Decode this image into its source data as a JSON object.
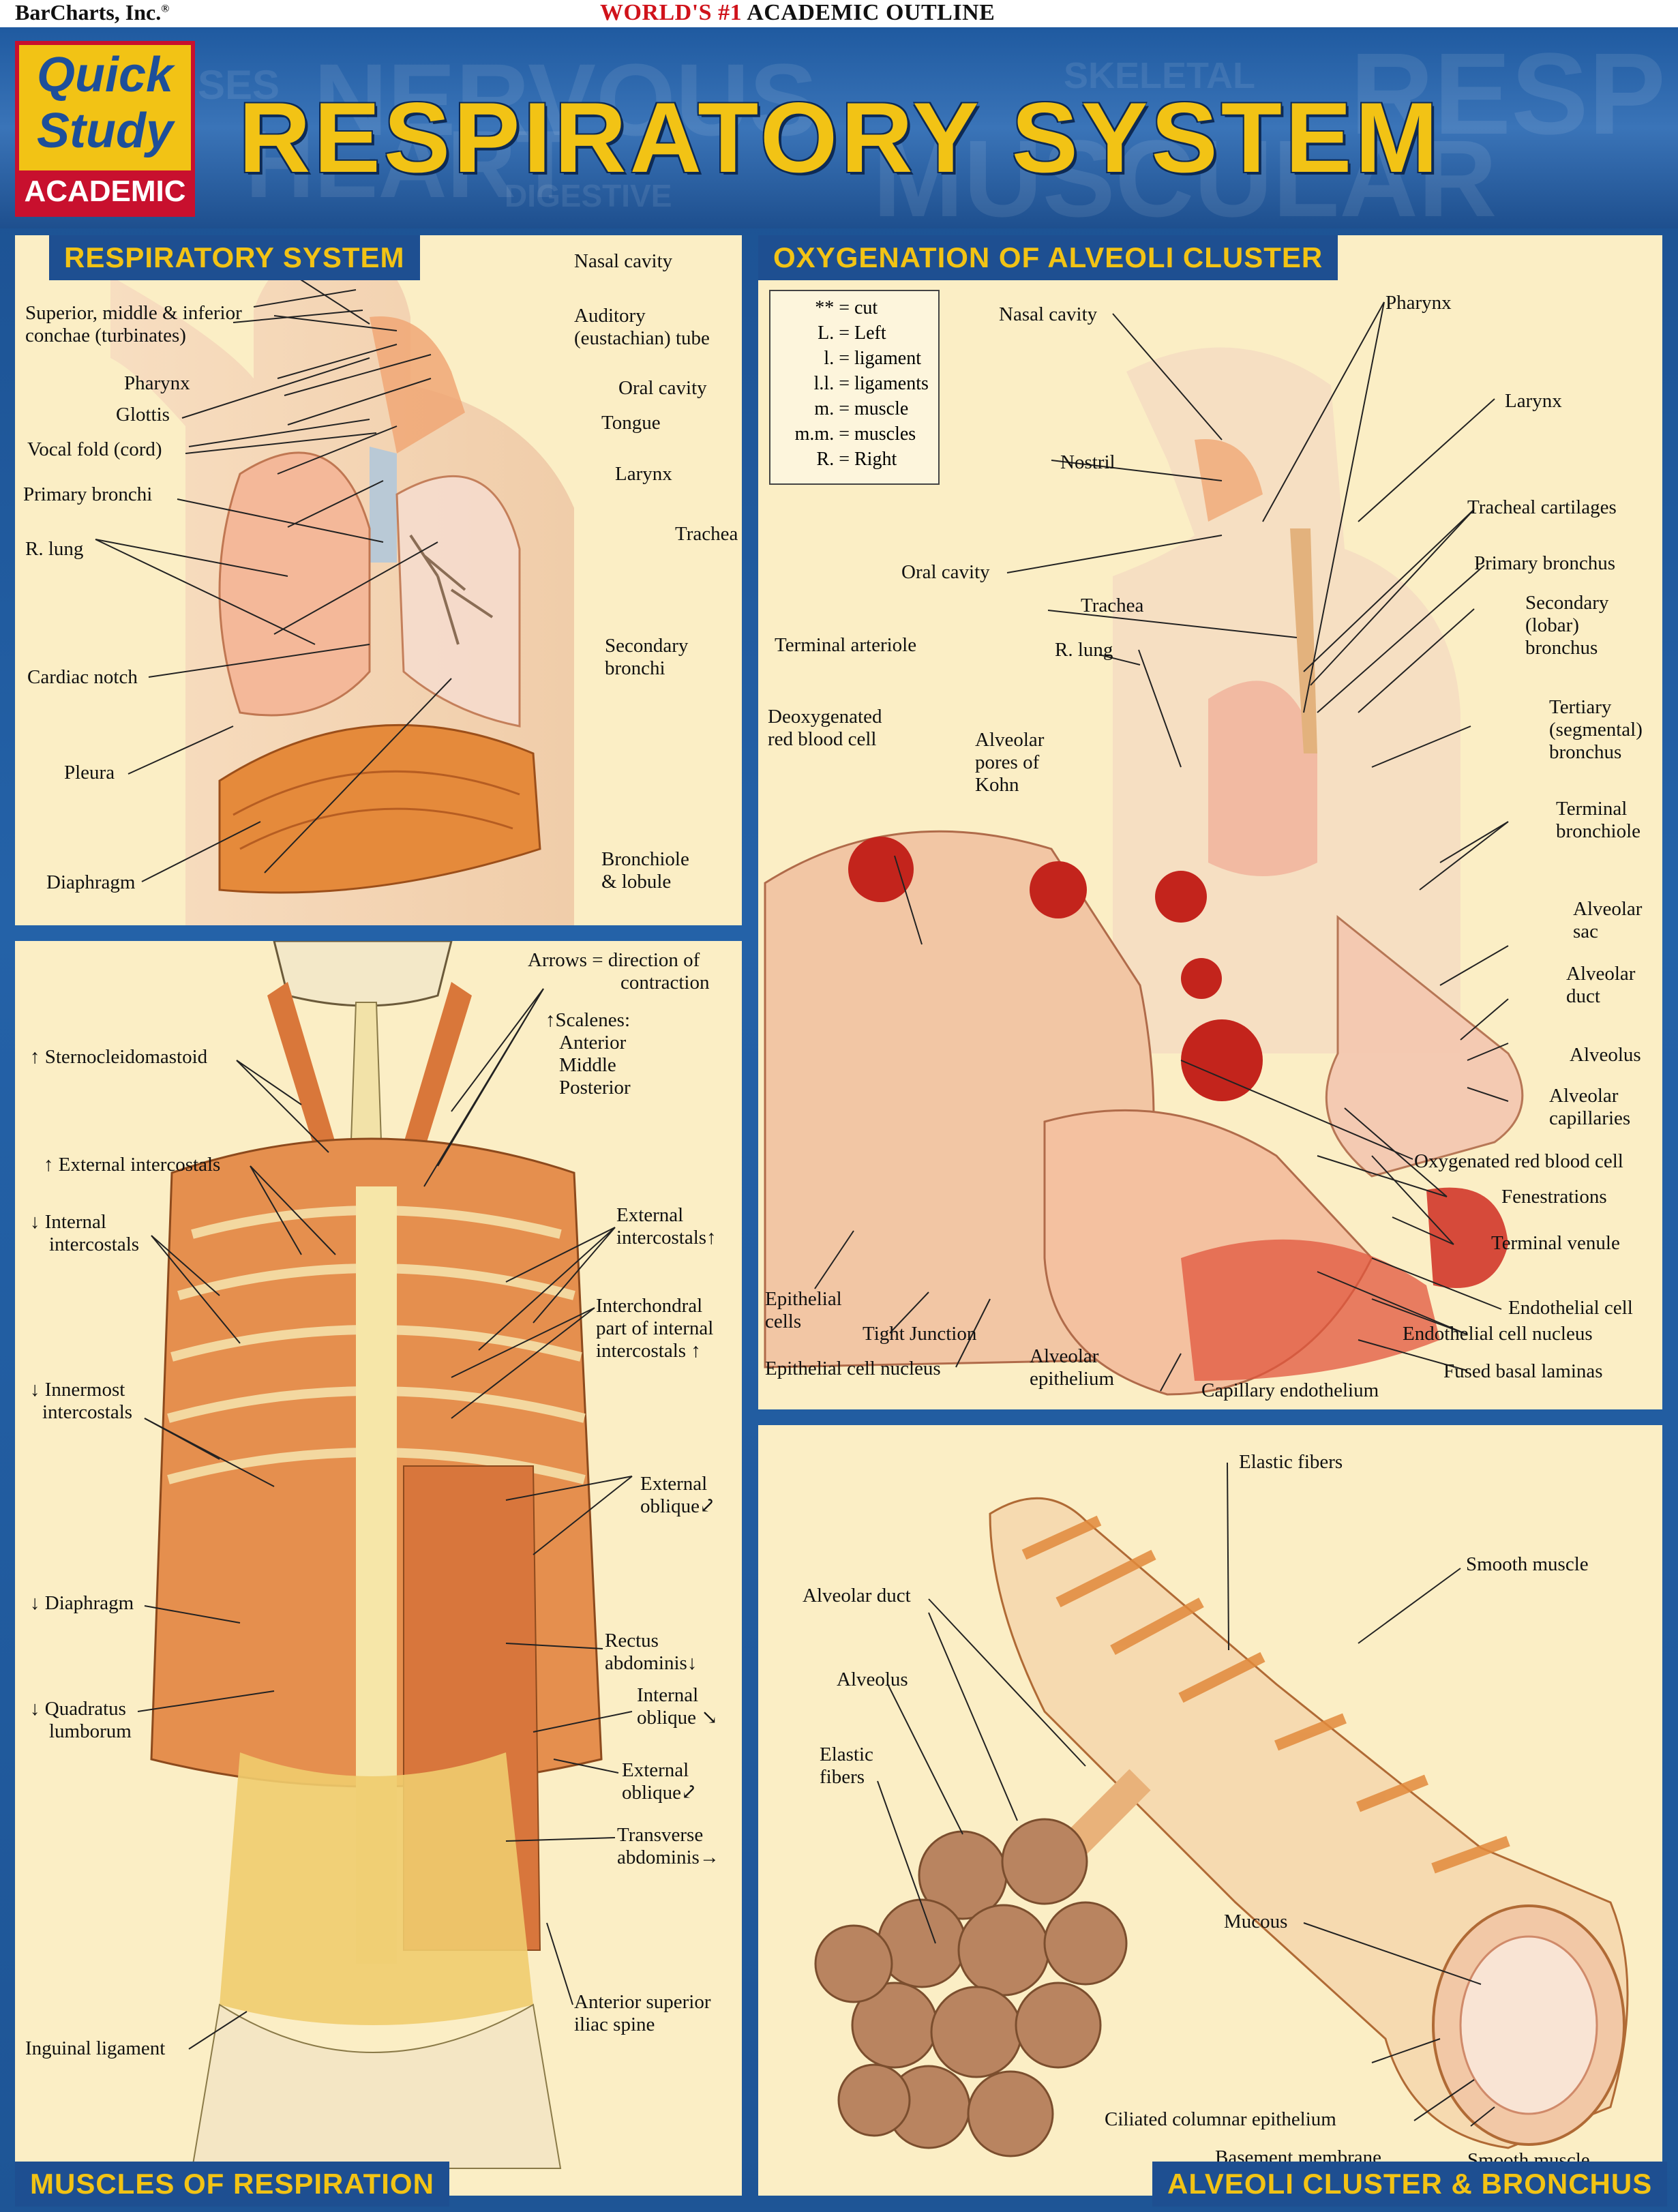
{
  "topbar": {
    "publisher": "BarCharts, Inc.",
    "publisher_mark": "®",
    "tagline_prefix": "WORLD'S #1",
    "tagline_suffix": "ACADEMIC OUTLINE"
  },
  "logo": {
    "line1": "Quick",
    "line2": "Study",
    "line3": "ACADEMIC"
  },
  "title": "RESPIRATORY SYSTEM",
  "colors": {
    "banner_bg": "#1e4f91",
    "banner_text": "#f2c315",
    "panel_bg": "#fbeec5",
    "frame": "#2462a8"
  },
  "background_words": [
    "NERVOUS",
    "HEART",
    "DIGESTIVE",
    "MUSCULAR",
    "RESP",
    "SES",
    "SKELETAL"
  ],
  "panel_respiratory": {
    "banner": "RESPIRATORY SYSTEM",
    "labels": {
      "nasal_cavity": "Nasal cavity",
      "conchae_1": "Superior, middle & inferior",
      "conchae_2": "conchae (turbinates)",
      "auditory_1": "Auditory",
      "auditory_2": "(eustachian) tube",
      "pharynx": "Pharynx",
      "oral_cavity": "Oral cavity",
      "glottis": "Glottis",
      "tongue": "Tongue",
      "vocal_fold": "Vocal fold (cord)",
      "larynx": "Larynx",
      "primary_bronchi": "Primary bronchi",
      "trachea": "Trachea",
      "r_lung": "R. lung",
      "secondary_1": "Secondary",
      "secondary_2": "bronchi",
      "cardiac_notch": "Cardiac notch",
      "pleura": "Pleura",
      "bronchiole_1": "Bronchiole",
      "bronchiole_2": "& lobule",
      "diaphragm": "Diaphragm"
    }
  },
  "panel_oxygenation": {
    "banner": "OXYGENATION OF ALVEOLI CLUSTER",
    "legend": [
      {
        "key": "** =",
        "value": "cut"
      },
      {
        "key": "L. =",
        "value": "Left"
      },
      {
        "key": "l. =",
        "value": "ligament"
      },
      {
        "key": "l.l. =",
        "value": "ligaments"
      },
      {
        "key": "m. =",
        "value": "muscle"
      },
      {
        "key": "m.m. =",
        "value": "muscles"
      },
      {
        "key": "R. =",
        "value": "Right"
      }
    ],
    "labels": {
      "nasal_cavity": "Nasal cavity",
      "pharynx": "Pharynx",
      "larynx": "Larynx",
      "nostril": "Nostril",
      "tracheal_cartilages": "Tracheal cartilages",
      "oral_cavity": "Oral cavity",
      "primary_bronchus": "Primary bronchus",
      "trachea": "Trachea",
      "secondary_1": "Secondary",
      "secondary_2": "(lobar)",
      "secondary_3": "bronchus",
      "terminal_arteriole": "Terminal arteriole",
      "r_lung": "R. lung",
      "deoxy_1": "Deoxygenated",
      "deoxy_2": "red blood cell",
      "alveolar_pores_1": "Alveolar",
      "alveolar_pores_2": "pores of",
      "alveolar_pores_3": "Kohn",
      "tertiary_1": "Tertiary",
      "tertiary_2": "(segmental)",
      "tertiary_3": "bronchus",
      "terminal_bronchiole_1": "Terminal",
      "terminal_bronchiole_2": "bronchiole",
      "alveolar_sac_1": "Alveolar",
      "alveolar_sac_2": "sac",
      "alveolar_duct_1": "Alveolar",
      "alveolar_duct_2": "duct",
      "alveolus": "Alveolus",
      "alveolar_capillaries_1": "Alveolar",
      "alveolar_capillaries_2": "capillaries",
      "oxygenated_rbc": "Oxygenated red blood cell",
      "fenestrations": "Fenestrations",
      "terminal_venule": "Terminal venule",
      "epithelial_cells_1": "Epithelial",
      "epithelial_cells_2": "cells",
      "endothelial_cell": "Endothelial cell",
      "tight_junction": "Tight Junction",
      "endothelial_nucleus": "Endothelial cell nucleus",
      "alveolar_epithelium_1": "Alveolar",
      "alveolar_epithelium_2": "epithelium",
      "epithelial_nucleus": "Epithelial cell nucleus",
      "fused_basal": "Fused basal laminas",
      "capillary_endothelium": "Capillary endothelium"
    }
  },
  "panel_muscles": {
    "banner": "MUSCLES OF RESPIRATION",
    "labels": {
      "arrows_1": "Arrows = direction of",
      "arrows_2": "contraction",
      "scalenes_1": "↑Scalenes:",
      "scalenes_2": "Anterior",
      "scalenes_3": "Middle",
      "scalenes_4": "Posterior",
      "sternocleido": "↑ Sternocleidomastoid",
      "external_intercostals_left": "↑ External intercostals",
      "external_intercostals_right_1": "External",
      "external_intercostals_right_2": "intercostals↑",
      "internal_intercostals_1": "↓ Internal",
      "internal_intercostals_2": "intercostals",
      "interchondral_1": "Interchondral",
      "interchondral_2": "part of internal",
      "interchondral_3": "intercostals ↑",
      "innermost_1": "↓ Innermost",
      "innermost_2": "intercostals",
      "external_oblique_1a": "External",
      "external_oblique_1b": "oblique⤦",
      "diaphragm": "↓ Diaphragm",
      "rectus_1": "Rectus",
      "rectus_2": "abdominis↓",
      "internal_oblique_1": "Internal",
      "internal_oblique_2": "oblique ↘",
      "quadratus_1": "↓ Quadratus",
      "quadratus_2": "lumborum",
      "external_oblique_2a": "External",
      "external_oblique_2b": "oblique⤦",
      "transverse_1": "Transverse",
      "transverse_2": "abdominis→",
      "anterior_iliac_1": "Anterior superior",
      "anterior_iliac_2": "iliac spine",
      "inguinal": "Inguinal ligament"
    }
  },
  "panel_alveoli": {
    "banner": "ALVEOLI CLUSTER & BRONCHUS",
    "labels": {
      "elastic_fibers_top": "Elastic fibers",
      "smooth_muscle_top": "Smooth muscle",
      "alveolar_duct": "Alveolar duct",
      "alveolus": "Alveolus",
      "elastic_fibers_1": "Elastic",
      "elastic_fibers_2": "fibers",
      "mucous": "Mucous",
      "ciliated": "Ciliated columnar epithelium",
      "basement": "Basement membrane",
      "smooth_muscle_bottom": "Smooth muscle"
    }
  }
}
